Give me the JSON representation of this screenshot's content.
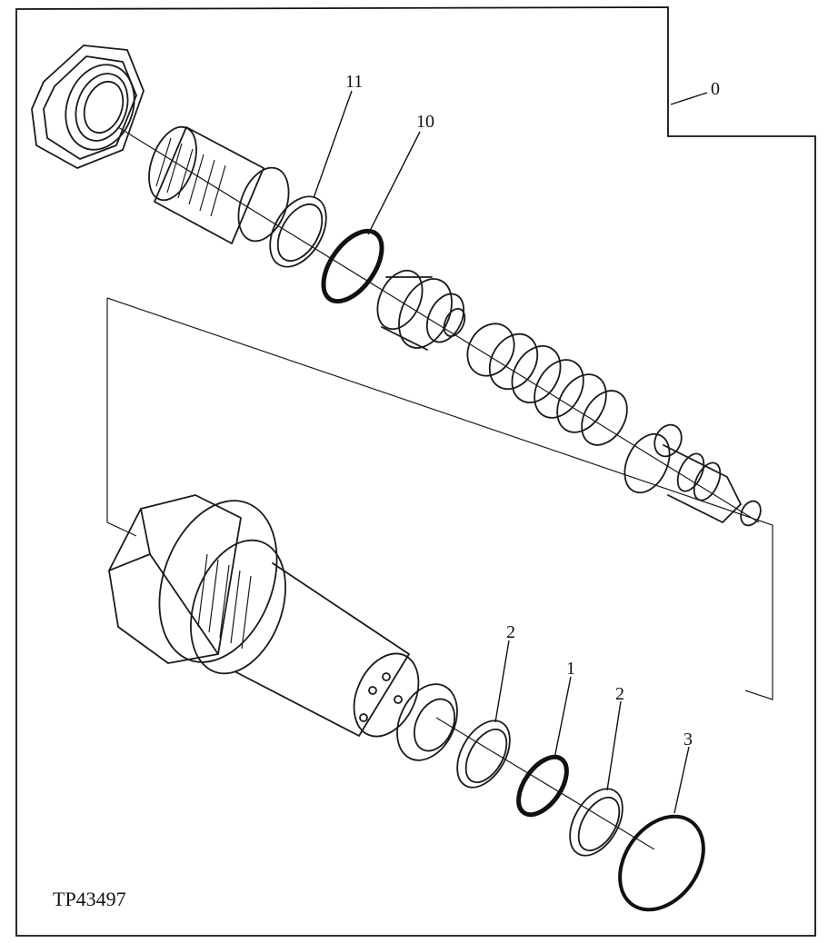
{
  "figure": {
    "id_label": "TP43497"
  },
  "callouts": {
    "c0": "0",
    "c11": "11",
    "c10": "10",
    "c2a": "2",
    "c1": "1",
    "c2b": "2",
    "c3": "3"
  }
}
